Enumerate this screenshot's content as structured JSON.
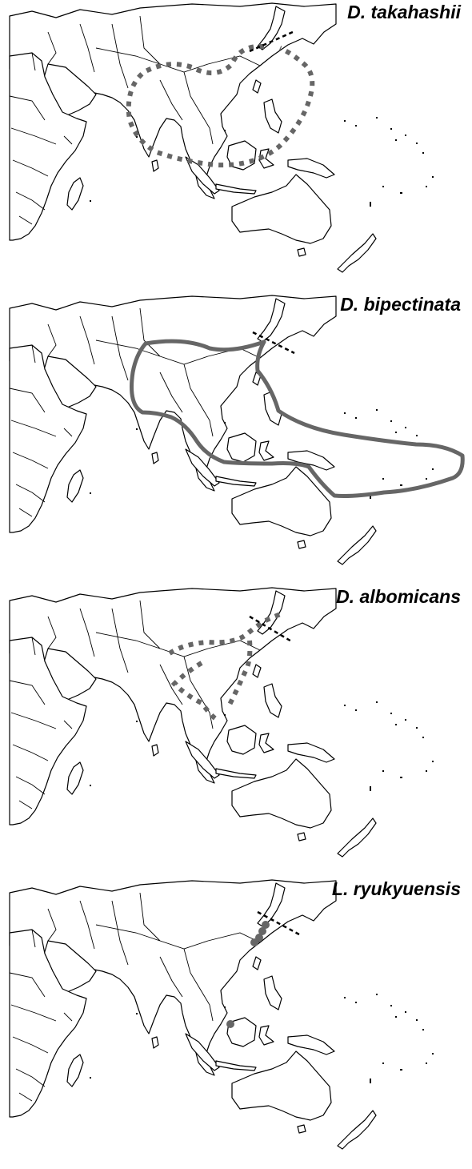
{
  "panels": [
    {
      "label": "D. takahashii",
      "range": "dotted"
    },
    {
      "label": "D. bipectinata",
      "range": "solid"
    },
    {
      "label": "D. albomicans",
      "range": "dotted"
    },
    {
      "label": "L. ryukyuensis",
      "range": "points"
    }
  ],
  "colors": {
    "land_outline": "#000000",
    "range": "#666666",
    "limit_line": "#000000",
    "background": "#ffffff"
  }
}
